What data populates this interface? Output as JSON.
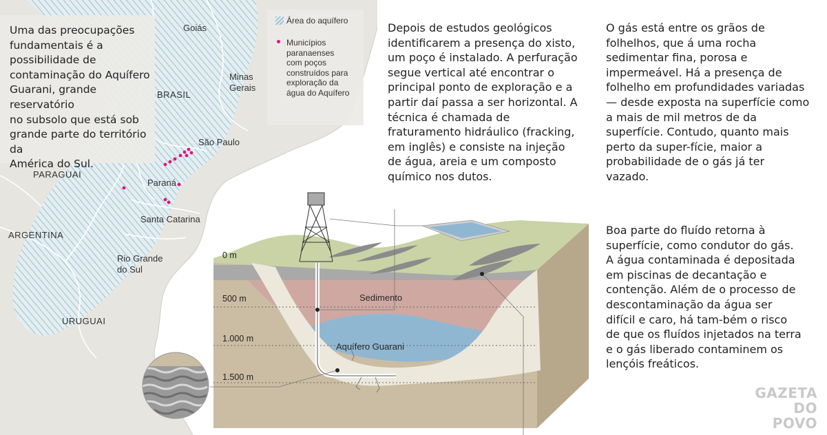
{
  "map": {
    "intro": "Uma das preocupações\nfundamentais é a\npossibilidade de\ncontaminação do Aquífero\nGuarani, grande reservatório\nno subsolo que está sob\ngrande parte do território da\nAmérica do Sul.",
    "labels": {
      "goias": "Goiás",
      "brasil": "BRASIL",
      "minas": "Minas\nGerais",
      "sao_paulo": "São Paulo",
      "paraguai": "PARAGUAI",
      "parana": "Paraná",
      "santa_catarina": "Santa Catarina",
      "argentina": "ARGENTINA",
      "rio_grande": "Rio Grande\ndo Sul",
      "uruguai": "URUGUAI"
    },
    "legend": {
      "aquifer": "Área do aquífero",
      "wells": "Municípios\nparanaenses\ncom poços\nconstruídos para\nexploração da\nágua do Aquífero"
    },
    "colors": {
      "aquifer_hatch": "#a8c9d6",
      "well_dot": "#e0147c",
      "land": "#e6e5e0",
      "ocean": "#ffffff"
    }
  },
  "text": {
    "col1": "Depois de estudos geológicos\nidentificarem a presença do xisto,\num poço é instalado. A perfuração\nsegue vertical até encontrar o\nprincipal ponto de exploração e a\npartir daí passa a ser horizontal. A\ntécnica é chamada de\nfraturamento hidráulico (fracking,\nem inglês) e consiste na injeção\nde água, areia e um composto\nquímico nos dutos.",
    "col2": "O gás está entre os grãos de\nfolhelhos, que á uma rocha\nsedimentar fina, porosa e\nimpermeável. Há a presença de\nfolhelho em profundidades variadas\n— desde exposta na superfície como\na mais de mil metros de da\nsuperfície. Contudo, quanto mais\nperto da super-fície, maior a\nprobabilidade de o gás já ter\nvazado.",
    "col3": "Boa parte do fluído retorna à\nsuperfície, como condutor do gás.\nA água contaminada é depositada\nem piscinas de decantação e\ncontenção.  Além de o processo de\ndescontaminação da água ser\ndifícil e caro, há tam-bém o risco\nde que os fluídos injetados na terra\ne o gás liberado contaminem os\nlençóis freáticos."
  },
  "diagram": {
    "depths": [
      "0 m",
      "500 m",
      "1.000 m",
      "1.500 m"
    ],
    "layers": {
      "sediment": "Sedimento",
      "aquifer": "Aquífero Guarani"
    },
    "colors": {
      "surface": "#c9d3a6",
      "ground": "#cbbda3",
      "ground_side": "#b7a88c",
      "gray_band": "#a9a9a9",
      "sediment": "#cfa8a2",
      "aquifer": "#8fb7d2",
      "frack_zone": "#ece8dc",
      "shale": "#8b8b8b"
    }
  },
  "logo": {
    "text": "GAZETA\nDO POVO"
  }
}
